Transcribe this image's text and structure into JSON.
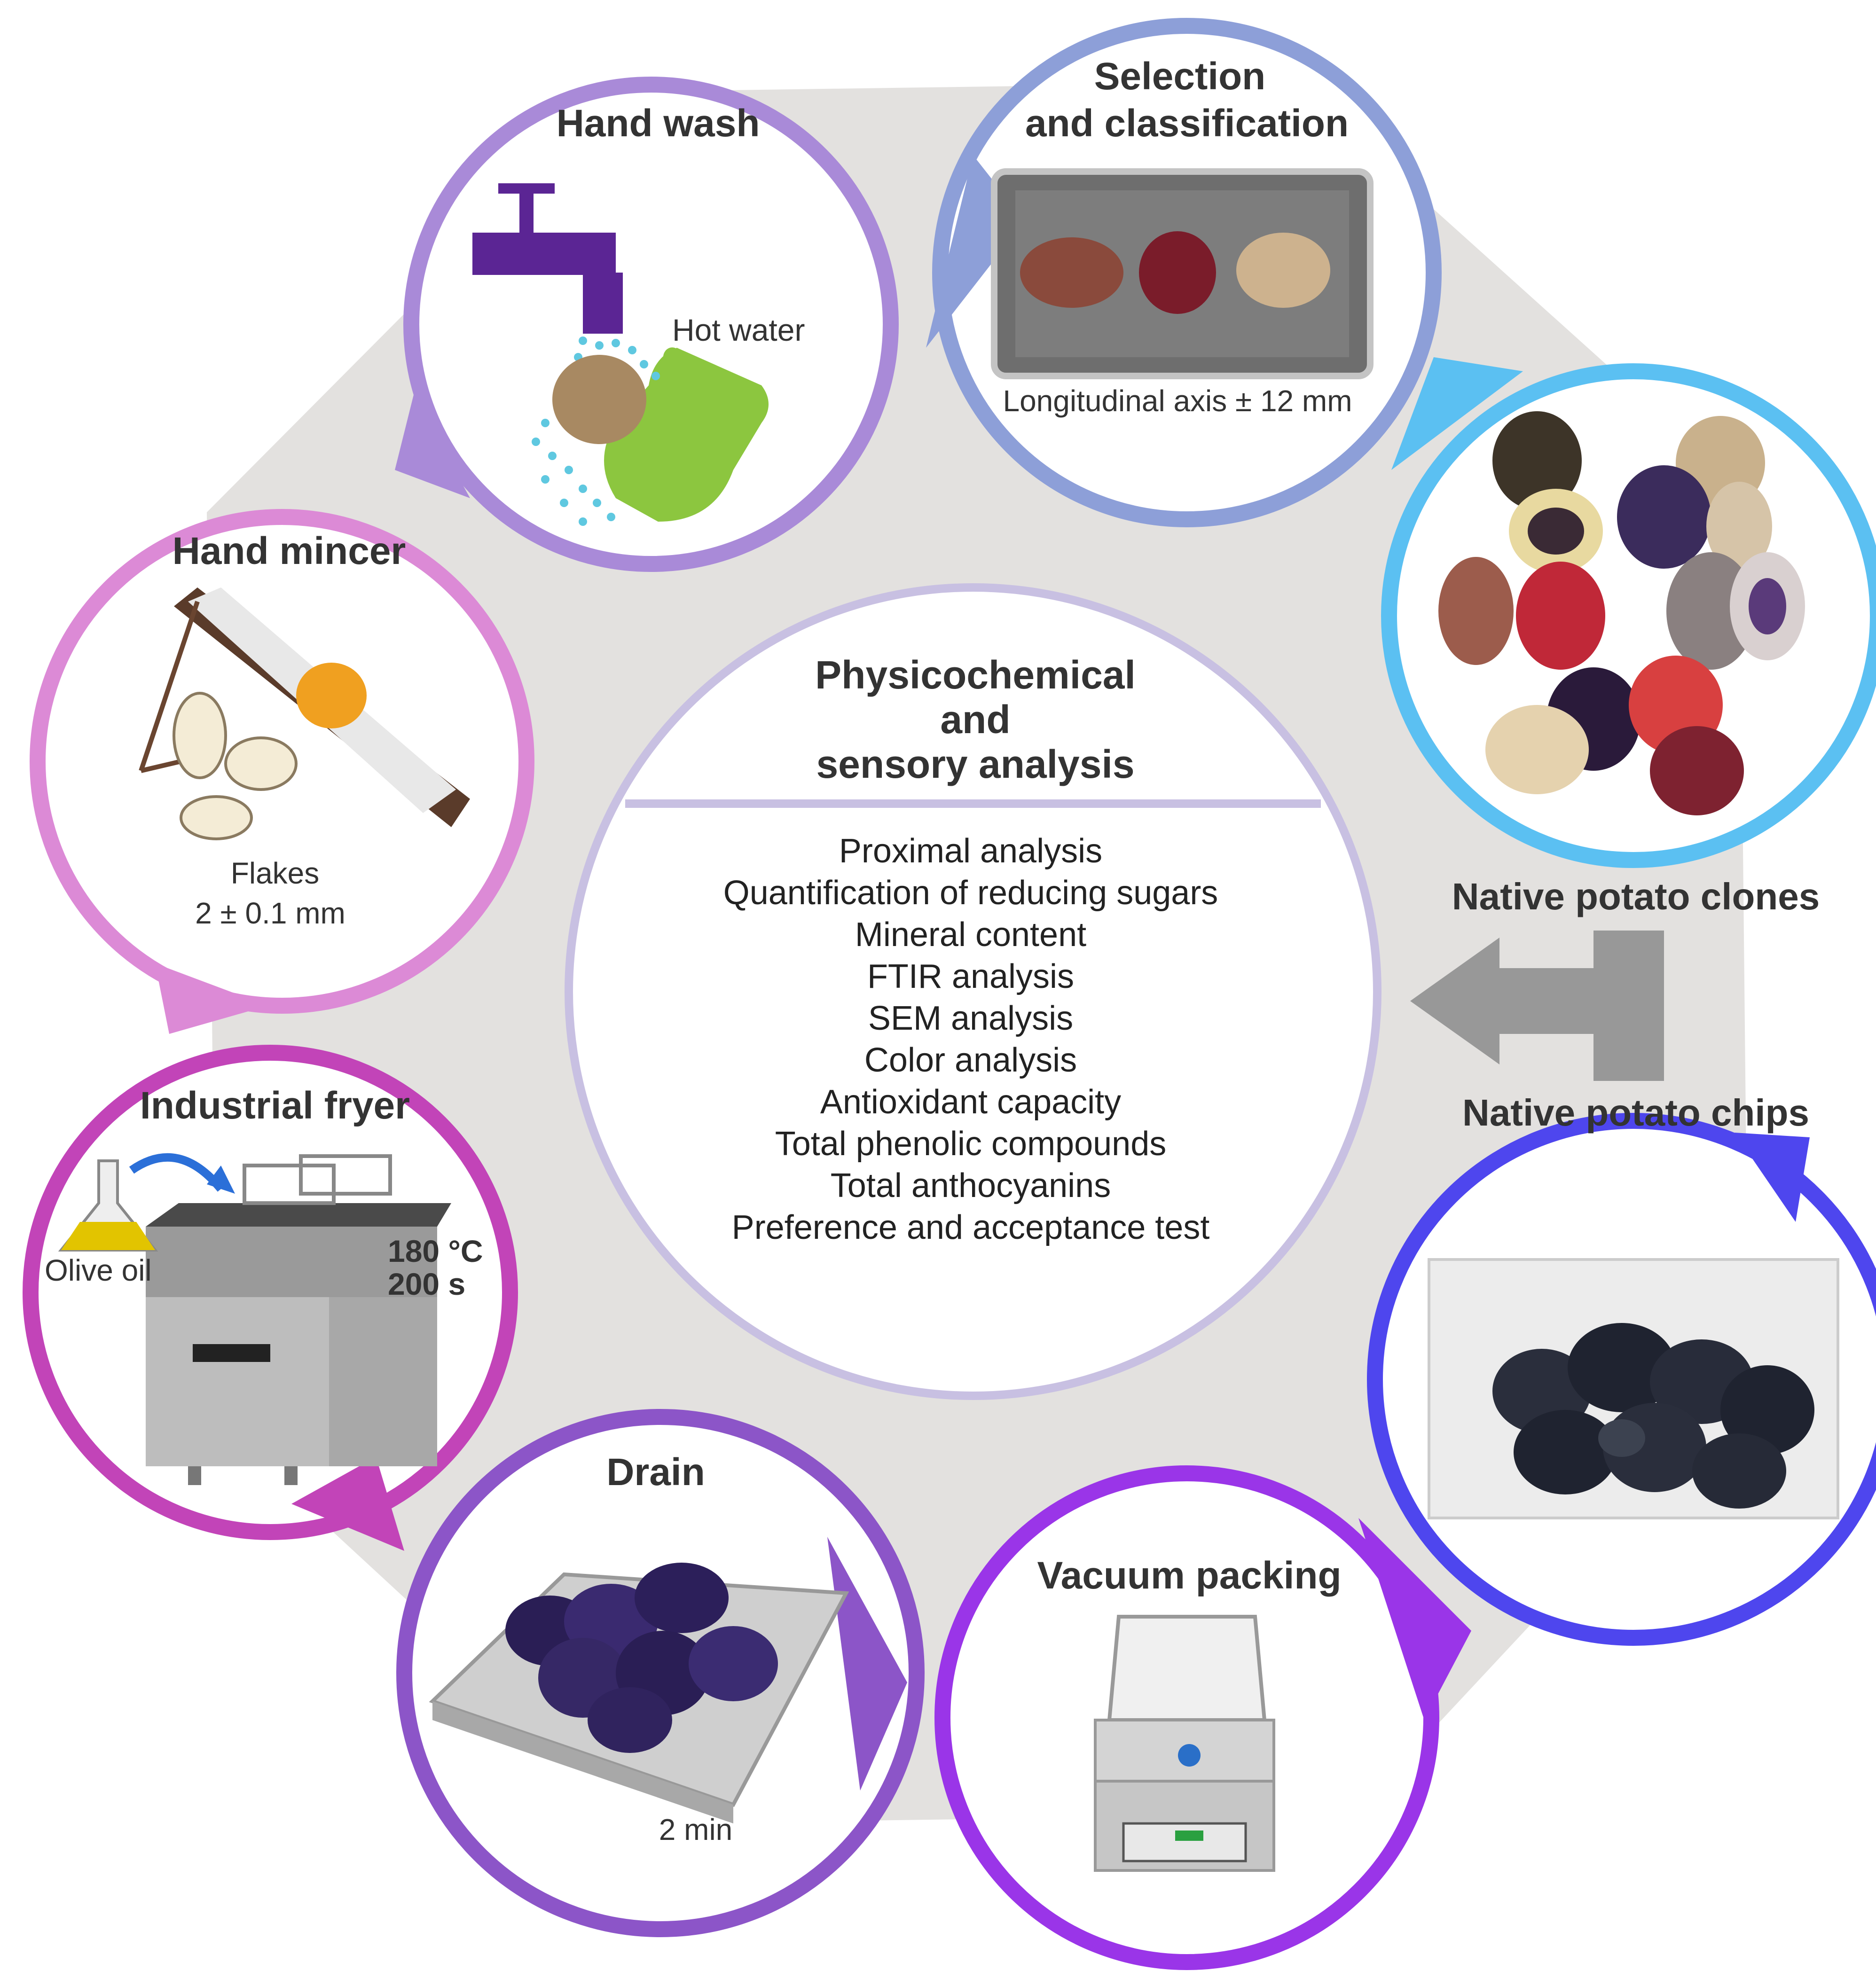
{
  "colors": {
    "octagon": "#e3e1df",
    "native_clones": "#5bc0f2",
    "selection": "#8d9fd8",
    "hand_wash": "#a98ad8",
    "hand_mincer": "#dc8ad6",
    "industrial_fryer": "#c244b8",
    "drain": "#8c55c8",
    "vacuum_packing": "#9a35e8",
    "native_chips": "#4e46ee",
    "center": "#c8c0e2",
    "arrow": "#989898",
    "faucet": "#5b2594",
    "hand": "#8cc63f",
    "water_drops": "#5fc8e0",
    "text": "#333333"
  },
  "steps": {
    "native_clones": {
      "icon": "potato-pile-icon"
    },
    "selection": {
      "title_line1": "Selection",
      "title_line2": "and classification",
      "caption": "Longitudinal axis ± 12 mm",
      "icon": "tray-icon"
    },
    "hand_wash": {
      "title": "Hand wash",
      "caption": "Hot water",
      "icon": "faucet-icon"
    },
    "hand_mincer": {
      "title": "Hand mincer",
      "caption_line1": "Flakes",
      "caption_line2": "2 ± 0.1 mm",
      "icon": "mandoline-icon"
    },
    "industrial_fryer": {
      "title": "Industrial fryer",
      "oil_label": "Olive oil",
      "temperature": "180 °C",
      "time": "200 s",
      "icon": "fryer-icon"
    },
    "drain": {
      "title": "Drain",
      "caption": "2 min",
      "icon": "drain-rack-icon"
    },
    "vacuum_packing": {
      "title": "Vacuum packing",
      "icon": "vacuum-sealer-icon"
    },
    "native_chips": {
      "icon": "chips-bag-icon"
    }
  },
  "arrow": {
    "top_label": "Native potato clones",
    "bottom_label": "Native potato chips"
  },
  "center": {
    "title_line1": "Physicochemical",
    "title_line2": "and",
    "title_line3": "sensory analysis",
    "analyses": [
      "Proximal analysis",
      "Quantification of reducing sugars",
      "Mineral content",
      "FTIR analysis",
      "SEM analysis",
      "Color analysis",
      "Antioxidant capacity",
      "Total phenolic compounds",
      "Total anthocyanins",
      "Preference and acceptance test"
    ]
  }
}
